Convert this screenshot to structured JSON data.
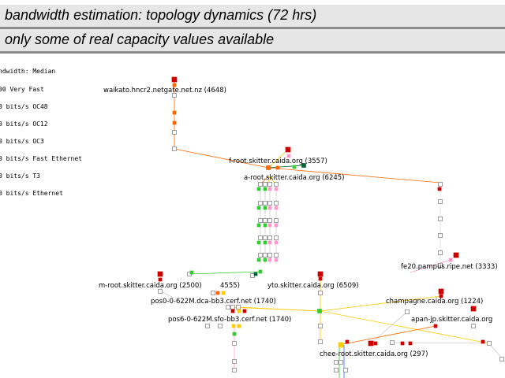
{
  "header": {
    "title": "bandwidth estimation: topology dynamics (72 hrs)",
    "subtitle": "only some of real capacity values available"
  },
  "legend": {
    "items": [
      "ndwidth: Median",
      "00 Very Fast",
      "0 bits/s OC48",
      "0 bits/s OC12",
      "0 bits/s OC3",
      "0 bits/s Fast Ethernet",
      "0 bits/s T3",
      "0 bits/s Ethernet"
    ]
  },
  "nodes": {
    "waikato": "waikato.hncr2.netgate.net.nz (4648)",
    "froot": "f-root.skitter.caida.org (3557)",
    "aroot": "a-root.skitter.caida.org (6245)",
    "fe20": "fe20.pampus.ripe.net (3333)",
    "mroot": "m-root.skitter.caida.org (2500)",
    "mroot_extra": "4555)",
    "yto": "yto.skitter.caida.org (6509)",
    "pos0": "pos0-0-622M.dca-bb3.cerf.net (1740)",
    "champagne": "champagne.caida.org (1224)",
    "pos6": "pos6-0-622M.sfo-bb3.cerf.net (1740)",
    "apan": "apan-jp.skitter.caida.org",
    "cheeroot": "chee-root.skitter.caida.org (297)"
  },
  "colors": {
    "band": "#e6e6e6",
    "very_fast": "#cc0000",
    "oc48": "#ff6600",
    "oc12": "#ffcc00",
    "oc3": "#33cc33",
    "fast_ethernet": "#006633",
    "t3": "#3366ff",
    "ethernet": "#ff99cc",
    "unknown": "#aaaaaa"
  }
}
